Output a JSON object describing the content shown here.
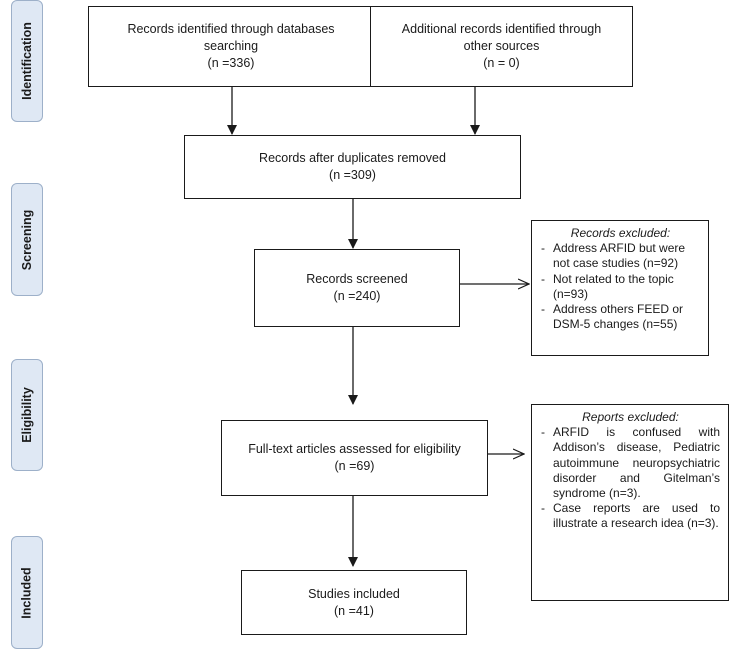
{
  "stages": {
    "identification": "Identification",
    "screening": "Screening",
    "eligibility": "Eligibility",
    "included": "Included"
  },
  "boxes": {
    "databases": {
      "line1": "Records identified through databases",
      "line2": "searching",
      "count": "(n =336)"
    },
    "other_sources": {
      "line1": "Additional records identified through",
      "line2": "other sources",
      "count": "(n = 0)"
    },
    "duplicates_removed": {
      "label": "Records after duplicates removed",
      "count": "(n =309)"
    },
    "screened": {
      "label": "Records screened",
      "count": "(n =240)"
    },
    "full_text": {
      "label": "Full-text articles assessed for eligibility",
      "count": "(n =69)"
    },
    "included": {
      "label": "Studies included",
      "count": "(n =41)"
    }
  },
  "records_excluded": {
    "title": "Records excluded:",
    "items": [
      "Address ARFID but were not case studies (n=92)",
      "Not related to the topic (n=93)",
      "Address others FEED or DSM-5 changes (n=55)"
    ]
  },
  "reports_excluded": {
    "title": "Reports excluded:",
    "items": [
      "ARFID is confused with Addison’s disease, Pediatric autoimmune neuropsychiatric disorder and Gitelman’s syndrome (n=3).",
      "Case reports are used to illustrate a research idea (n=3)."
    ]
  }
}
